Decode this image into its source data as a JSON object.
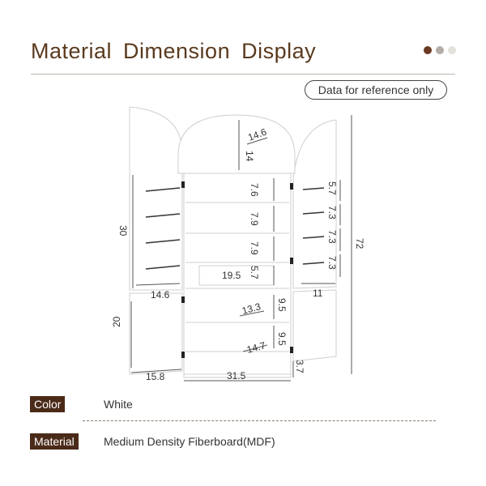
{
  "header": {
    "title": "Material Dimension Display",
    "dots": [
      "#6b3a22",
      "#b5aca6",
      "#e4e0dc"
    ]
  },
  "note": "Data for reference only",
  "dimensions": {
    "arch_height": "14",
    "arch_depth": "14.6",
    "shelf_gap_1": "7.6",
    "shelf_gap_2": "7.9",
    "shelf_gap_3": "7.9",
    "drawer_height": "5.7",
    "drawer_width": "19.5",
    "door_rack_1": "5.7",
    "door_rack_2": "7.3",
    "door_rack_3": "7.3",
    "door_rack_4": "7.3",
    "total_height": "72",
    "door_upper_height": "30",
    "door_upper_width": "14.6",
    "door_right_width": "11",
    "lower_shelf_width": "13.3",
    "lower_gap_1": "9.5",
    "lower_gap_2": "9.5",
    "lower_shelf_depth": "14.7",
    "door_lower_height": "20",
    "door_lower_width": "15.8",
    "total_width": "31.5",
    "foot_height": "3.7"
  },
  "specs": [
    {
      "label": "Color",
      "value": "White"
    },
    {
      "label": "Material",
      "value": "Medium Density Fiberboard(MDF)"
    }
  ],
  "colors": {
    "accent": "#5a3a1e",
    "label_bg": "#4a2a18",
    "outline": "#cfcfcf",
    "dimension_line": "#555555"
  }
}
